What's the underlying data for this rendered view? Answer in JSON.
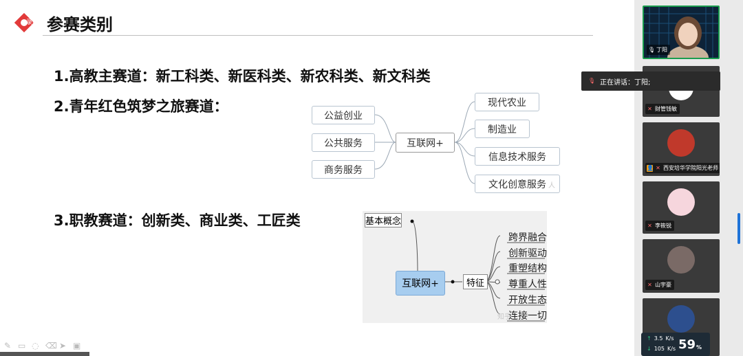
{
  "slide": {
    "title": "参赛类别",
    "record_label": "录制中",
    "lines": [
      "1.高教主赛道：新工科类、新医科类、新农科类、新文科类",
      "2.青年红色筑梦之旅赛道：",
      "3.职教赛道：创新类、商业类、工匠类"
    ],
    "mindmap1": {
      "center": "互联网+",
      "left": [
        "公益创业",
        "公共服务",
        "商务服务"
      ],
      "right": [
        "现代农业",
        "制造业",
        "信息技术服务",
        "文化创意服务"
      ],
      "watermark": "人"
    },
    "mindmap2": {
      "concept": "基本概念",
      "center": "互联网+",
      "feature": "特征",
      "items": [
        "跨界融合",
        "创新驱动",
        "重塑结构",
        "尊重人性",
        "开放生态",
        "连接一切"
      ],
      "watermark": "知乎"
    }
  },
  "participants": [
    {
      "name": "丁阳",
      "speaking": true,
      "muted": false
    },
    {
      "name": "财管钱敏",
      "muted": true
    },
    {
      "name": "西安培华学院阳光老师",
      "muted": true,
      "host_badge": true
    },
    {
      "name": "李筱锐",
      "muted": true
    },
    {
      "name": "山宇豪",
      "muted": true
    },
    {
      "name": "",
      "muted": true
    }
  ],
  "tooltip": {
    "text": "正在讲话：丁阳;"
  },
  "network": {
    "upload": "3.5",
    "upload_unit": "K/s",
    "download": "105",
    "download_unit": "K/s",
    "cpu": "59",
    "cpu_unit": "%"
  },
  "colors": {
    "accent": "#e23a3a",
    "active_border": "#1a9d4e",
    "mindmap_center": "#a7cdef"
  }
}
